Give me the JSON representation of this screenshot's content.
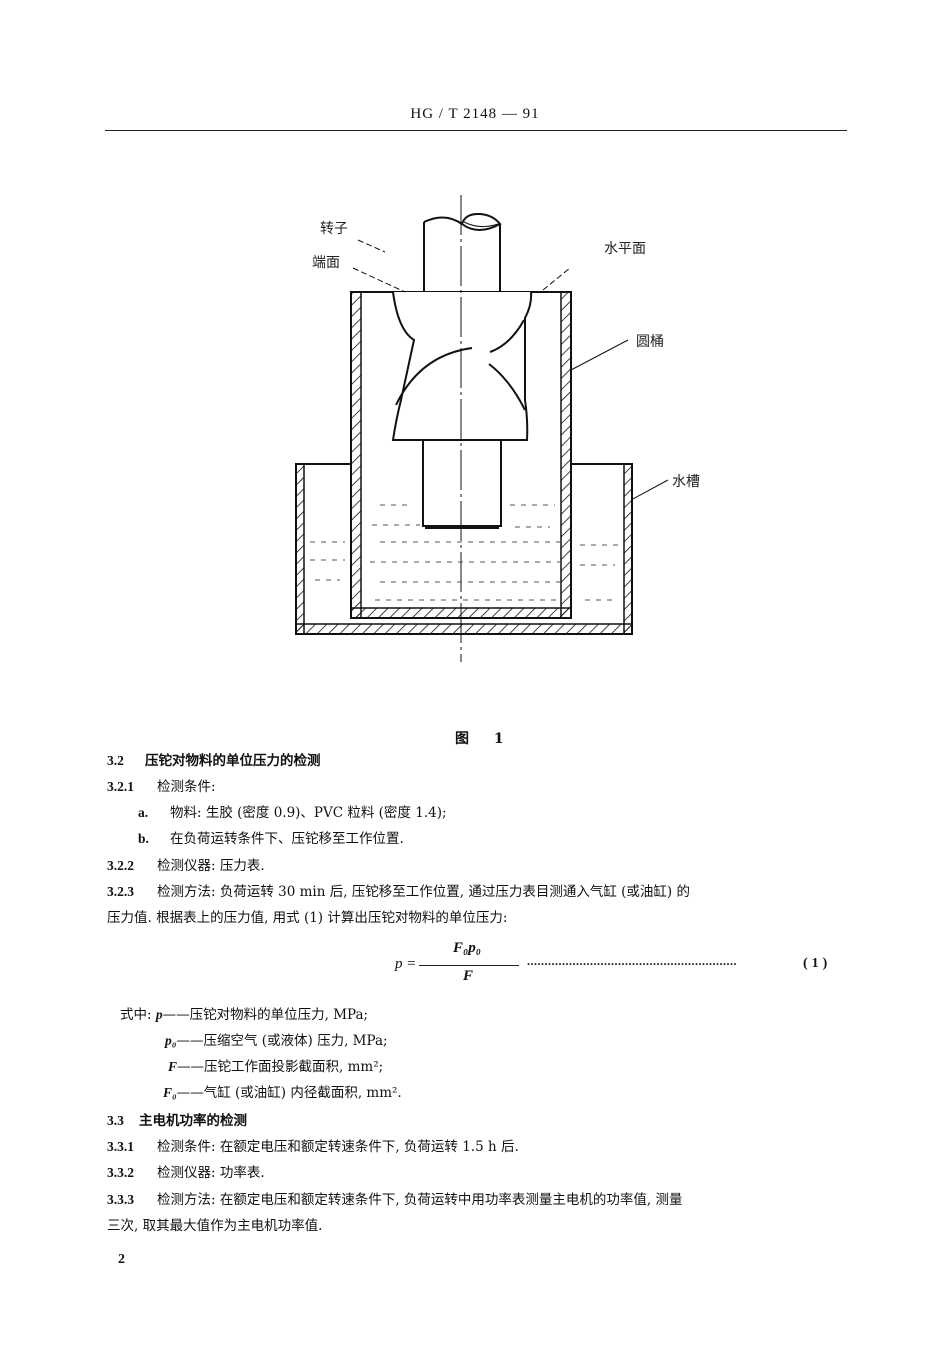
{
  "header": {
    "standard_code": "HG / T  2148 — 91"
  },
  "figure": {
    "labels": {
      "rotor": "转子",
      "end_face": "端面",
      "horizontal_plane": "水平面",
      "drum": "圆桶",
      "water_tank": "水槽"
    },
    "caption": "图 1"
  },
  "sections": {
    "s3_2": {
      "num": "3.2",
      "title": "压铊对物料的单位压力的检测"
    },
    "s3_2_1": {
      "num": "3.2.1",
      "text": "检测条件:"
    },
    "s3_2_1_a": {
      "num": "a.",
      "text": "物料: 生胶 (密度 0.9)、PVC 粒料 (密度 1.4);"
    },
    "s3_2_1_b": {
      "num": "b.",
      "text": "在负荷运转条件下、压铊移至工作位置."
    },
    "s3_2_2": {
      "num": "3.2.2",
      "text": "检测仪器: 压力表."
    },
    "s3_2_3": {
      "num": "3.2.3",
      "text_line1": "检测方法: 负荷运转 30 min 后, 压铊移至工作位置, 通过压力表目测通入气缸 (或油缸) 的",
      "text_line2": "压力值. 根据表上的压力值, 用式 (1) 计算出压铊对物料的单位压力:"
    },
    "formula": {
      "lhs": "p =",
      "numerator": "F₀p₀",
      "denominator": "F",
      "leader": "............................................................",
      "equation_number": "(1)"
    },
    "where": {
      "intro": "式中:",
      "items": [
        {
          "symbol": "p",
          "desc": "——压铊对物料的单位压力, MPa;"
        },
        {
          "symbol": "p₀",
          "desc": "——压缩空气 (或液体) 压力, MPa;"
        },
        {
          "symbol": "F",
          "desc": "——压铊工作面投影截面积, mm²;"
        },
        {
          "symbol": "F₀",
          "desc": "——气缸 (或油缸) 内径截面积, mm²."
        }
      ]
    },
    "s3_3": {
      "num": "3.3",
      "title": "主电机功率的检测"
    },
    "s3_3_1": {
      "num": "3.3.1",
      "text": "检测条件: 在额定电压和额定转速条件下, 负荷运转 1.5 h 后."
    },
    "s3_3_2": {
      "num": "3.3.2",
      "text": "检测仪器: 功率表."
    },
    "s3_3_3": {
      "num": "3.3.3",
      "text_line1": "检测方法: 在额定电压和额定转速条件下, 负荷运转中用功率表测量主电机的功率值, 测量",
      "text_line2": "三次, 取其最大值作为主电机功率值."
    }
  },
  "footer": {
    "page_number": "2"
  }
}
